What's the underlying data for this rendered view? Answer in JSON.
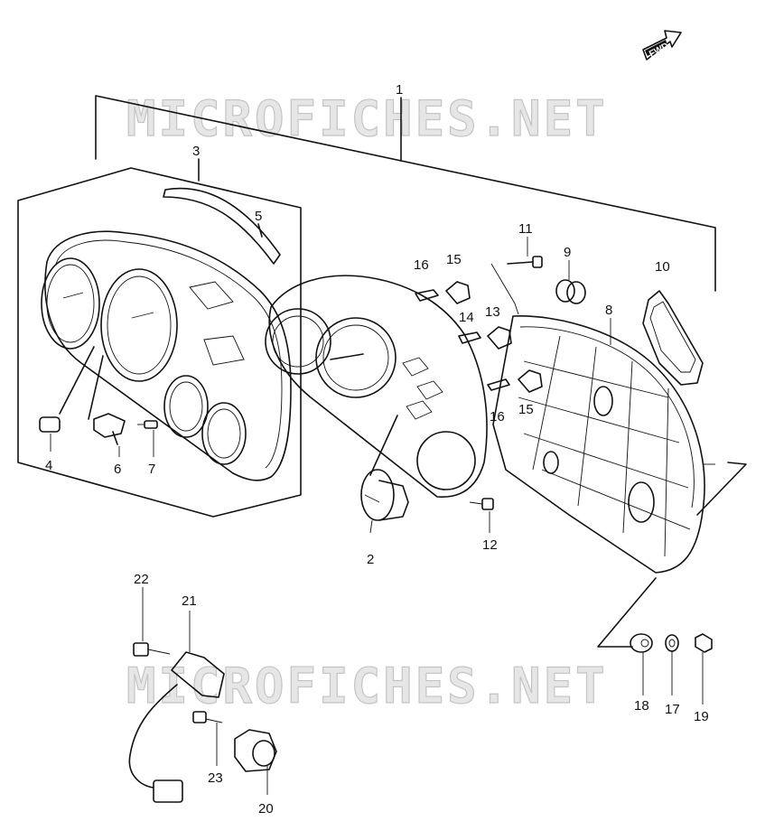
{
  "watermark_top": "MICROFICHES.NET",
  "watermark_bottom": "MICROFICHES.NET",
  "direction_arrow_text": "FWD",
  "callouts": {
    "p1": "1",
    "p2": "2",
    "p3": "3",
    "p4": "4",
    "p5": "5",
    "p6": "6",
    "p7": "7",
    "p8": "8",
    "p9": "9",
    "p10": "10",
    "p11": "11",
    "p12": "12",
    "p13": "13",
    "p14": "14",
    "p15a": "15",
    "p15b": "15",
    "p16a": "16",
    "p16b": "16",
    "p17": "17",
    "p18": "18",
    "p19": "19",
    "p20": "20",
    "p21": "21",
    "p22": "22",
    "p23": "23"
  }
}
